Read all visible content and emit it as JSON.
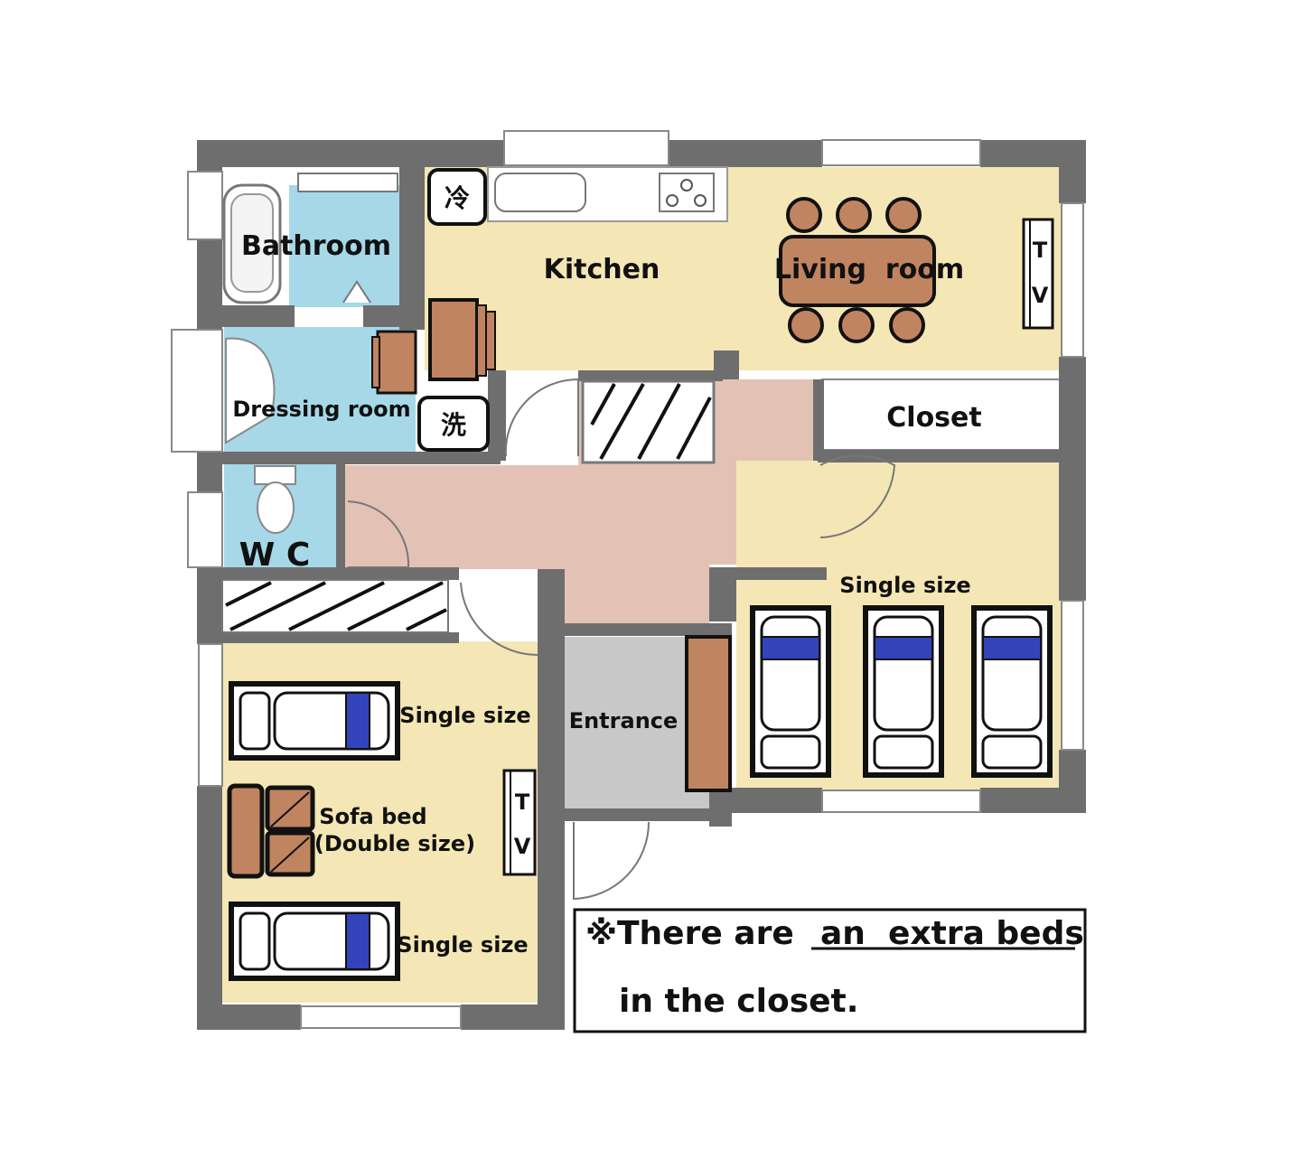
{
  "rooms": {
    "bathroom": "Bathroom",
    "kitchen": "Kitchen",
    "living_room": "Living  room",
    "dressing_room": "Dressing room",
    "closet": "Closet",
    "wc": "W C",
    "entrance": "Entrance"
  },
  "appliances": {
    "fridge": "冷",
    "washer": "洗",
    "tv_t": "T",
    "tv_v": "V"
  },
  "beds": {
    "single": "Single size",
    "sofa_bed_line1": "Sofa bed",
    "sofa_bed_line2": "(Double size)"
  },
  "note": {
    "prefix": "※There are",
    "underlined": "an  extra beds",
    "line2": "in the closet."
  },
  "colors": {
    "wall": "#6e6e6e",
    "living": "#f4e7b5",
    "wet": "#a6d8e8",
    "hall": "#e3c2b5",
    "entrance": "#c8c8c8",
    "wood": "#c08460",
    "pillow": "#3344bb"
  }
}
